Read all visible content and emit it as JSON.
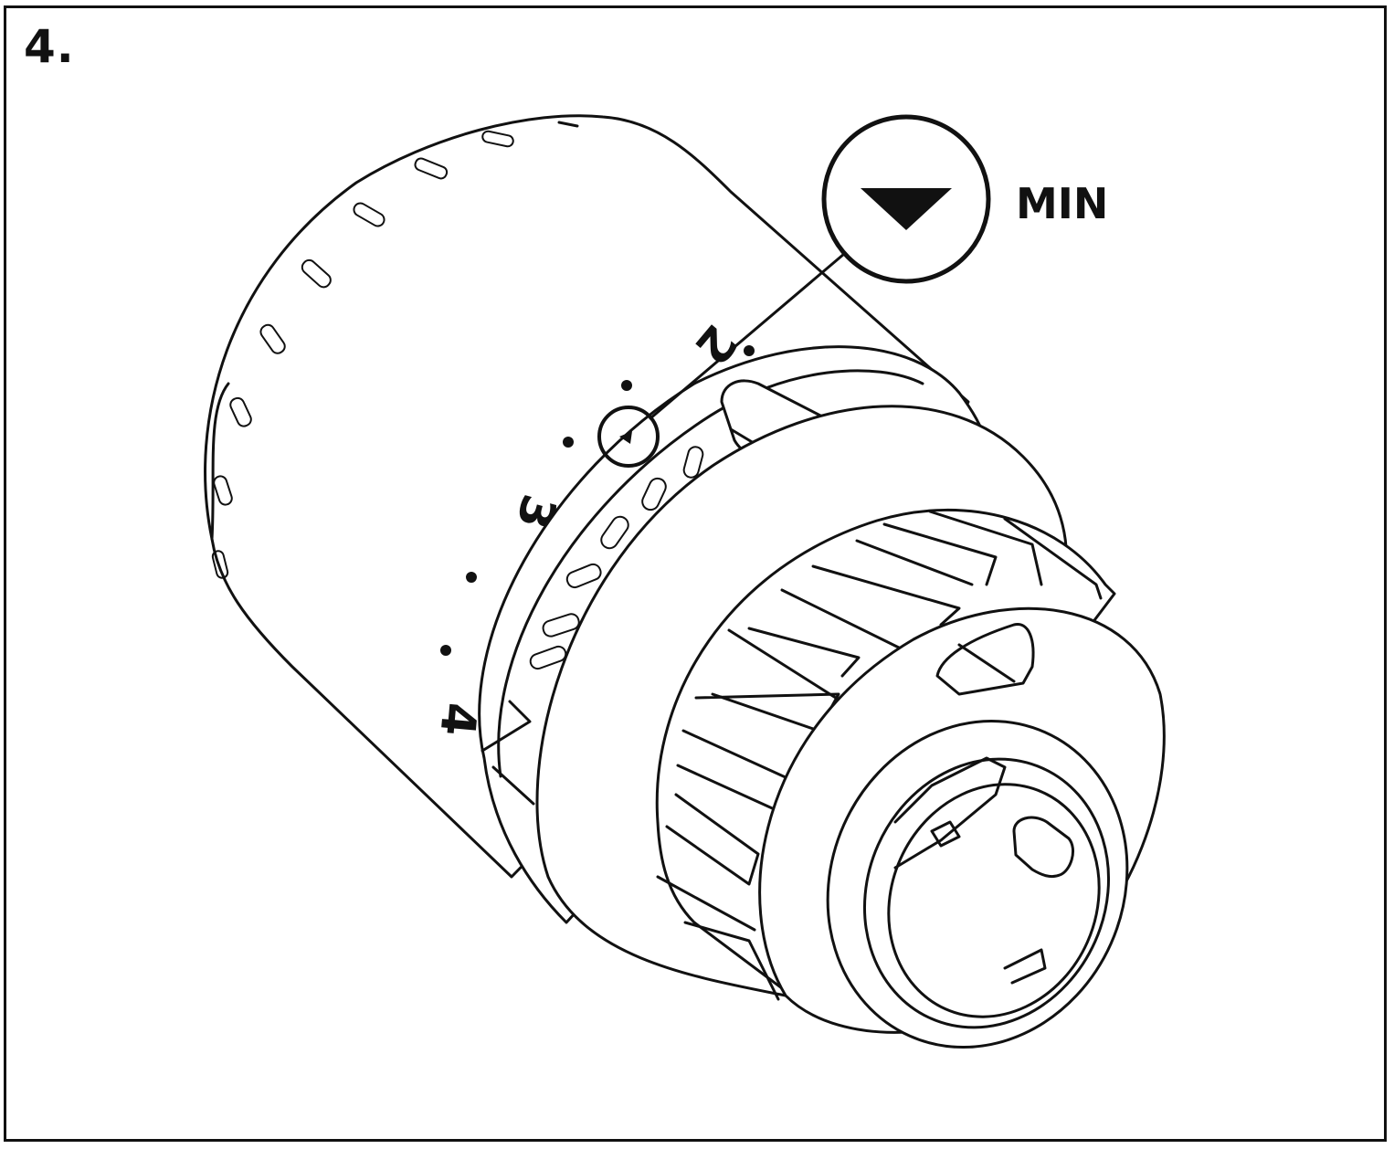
{
  "step": {
    "number": "4."
  },
  "callout": {
    "label": "MIN",
    "icon": "triangle-down-icon"
  },
  "dial": {
    "numbers": [
      "2",
      "3",
      "4"
    ]
  },
  "colors": {
    "line": "#111111",
    "background": "#ffffff"
  }
}
